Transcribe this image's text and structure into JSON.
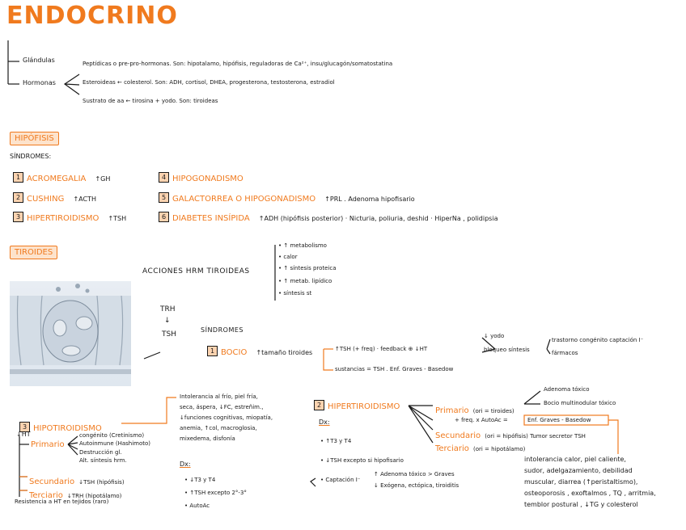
{
  "title": "ENDOCRINO",
  "intro": {
    "glandulas": "Glándulas",
    "hormonas": "Hormonas",
    "peptidicas": "Peptídicas o pre-pro-hormonas. Son: hipotalamo, hipófisis, reguladoras de Ca²⁺, insu/glucagón/somatostatina",
    "esteroideas": "Esteroideas ← colesterol. Son: ADH, cortisol, DHEA, progesterona, testosterona, estradiol",
    "sustrato": "Sustrato de aa ← tirosina + yodo. Son: tiroideas"
  },
  "hipofisis": {
    "label": "HIPÓFISIS",
    "sindromes_label": "SÍNDROMES:",
    "items": [
      {
        "n": "1",
        "name": "ACROMEGALIA",
        "desc": "↑GH"
      },
      {
        "n": "2",
        "name": "CUSHING",
        "desc": "↑ACTH"
      },
      {
        "n": "3",
        "name": "HIPERTIROIDISMO",
        "desc": "↑TSH"
      },
      {
        "n": "4",
        "name": "HIPOGONADISMO",
        "desc": ""
      },
      {
        "n": "5",
        "name": "GALACTORREA O HIPOGONADISMO",
        "desc": "↑PRL . Adenoma hipofisario"
      },
      {
        "n": "6",
        "name": "DIABETES INSÍPIDA",
        "desc": "↑ADH (hipófisis posterior) · Nicturia, poliuria, deshid · HiperNa , polidipsia"
      }
    ]
  },
  "tiroides": {
    "label": "TIROIDES",
    "acciones_label": "ACCIONES HRM TIROIDEAS",
    "acciones": [
      "• ↑ metabolismo",
      "• calor",
      "• ↑ síntesis proteica",
      "• ↑ metab. lipídico",
      "• síntesis st"
    ],
    "trh": "TRH",
    "arrow_down": "↓",
    "tsh": "TSH",
    "sindromes_label": "SÍNDROMES",
    "bocio": {
      "n": "1",
      "name": "BOCIO",
      "desc": "↑tamaño tiroides",
      "line1": "↑TSH (+ freq) · feedback ⊕ ↓HT",
      "yodo": "↓ yodo",
      "bloqueo": "bloqueo síntesis",
      "trastorno": "trastorno congénito captación I⁻",
      "farmacos": "fármacos",
      "line2": "sustancias = TSH . Enf. Graves - Basedow"
    }
  },
  "hipo": {
    "n": "3",
    "name": "HIPOTIROIDISMO",
    "ht": "↓HT",
    "primario": "Primario",
    "primario_items": [
      "congénito (Cretinismo)",
      "Autoinmune (Hashimoto)",
      "Destrucción gl.",
      "Alt. síntesis hrm."
    ],
    "secundario": "Secundario",
    "secundario_desc": "↓TSH (hipófisis)",
    "terciario": "Terciario",
    "terciario_desc": "↓TRH (hipotálamo)",
    "resistencia": "Resistencia a HT en tejidos (raro)",
    "clinica": [
      "Intolerancia al frío, piel fría,",
      "seca, áspera, ↓FC, estreñim.,",
      "↓funciones cognitivas, miopatía,",
      "anemia, ↑col, macroglosia,",
      "mixedema, disfonía"
    ],
    "dx_label": "Dx:",
    "dx": [
      "• ↓T3 y T4",
      "• ↑TSH  excepto 2°-3°",
      "• AutoAc"
    ]
  },
  "hiper": {
    "n": "2",
    "name": "HIPERTIROIDISMO",
    "primario": "Primario",
    "primario_desc": "(ori = tiroides)",
    "adenoma": "Adenoma tóxico",
    "bocio_multi": "Bocio multinodular tóxico",
    "freq": "+ freq. x AutoAc =",
    "graves": "Enf. Graves - Basedow",
    "secundario": "Secundario",
    "secundario_desc": "(ori = hipófisis)  Tumor secretor TSH",
    "terciario": "Terciario",
    "terciario_desc": "(ori = hipotálamo)",
    "dx_label": "Dx:",
    "dx": [
      "• ↑T3 y T4",
      "• ↓TSH excepto si hipofisario",
      "• Captación I⁻"
    ],
    "captacion_up": "↑ Adenoma tóxico > Graves",
    "captacion_down": "↓ Exógena, ectópica, tiroiditis",
    "clinica": [
      "intolerancia calor, piel caliente,",
      "sudor, adelgazamiento, debilidad",
      "muscular, diarrea (↑peristaltismo),",
      "osteoporosis , exoftalmos , TQ , arritmia,",
      "temblor postural , ↓TG y colesterol"
    ]
  },
  "colors": {
    "accent": "#f07a1e",
    "accent_fill": "#fde3cc"
  }
}
